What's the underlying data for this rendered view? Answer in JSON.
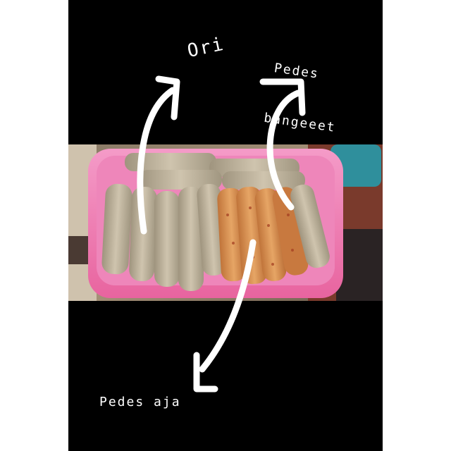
{
  "annotations": {
    "ori": "Ori",
    "pedes_bangeeet_line1": "Pedes",
    "pedes_bangeeet_line2": "bangeeet",
    "pedes_aja": "Pedes aja"
  },
  "colors": {
    "background": "#000000",
    "text": "#ffffff",
    "arrow": "#ffffff",
    "tray": "#f07ab6",
    "plain_roll": "#b8ad97",
    "spicy_roll": "#d9904f"
  }
}
